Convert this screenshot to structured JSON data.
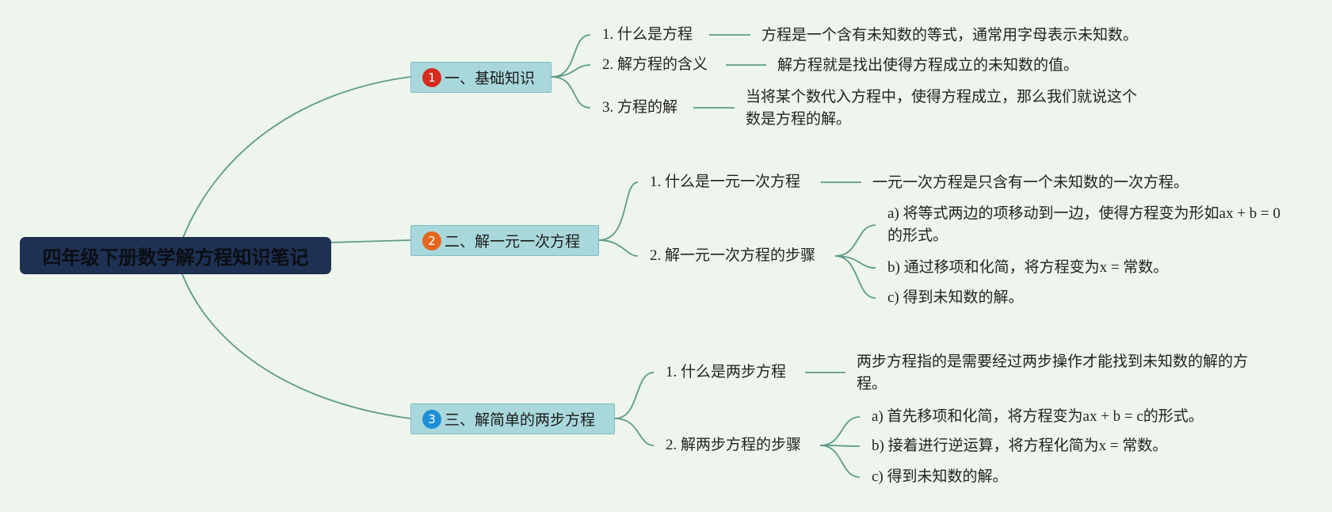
{
  "root": {
    "title": "四年级下册数学解方程知识笔记"
  },
  "branches": [
    {
      "number": "1",
      "label": "一、基础知识",
      "badge_color": "#d62b1d",
      "topics": [
        {
          "label": "1. 什么是方程",
          "detail": "方程是一个含有未知数的等式，通常用字母表示未知数。"
        },
        {
          "label": "2. 解方程的含义",
          "detail": "解方程就是找出使得方程成立的未知数的值。"
        },
        {
          "label": "3. 方程的解",
          "detail": "当将某个数代入方程中，使得方程成立，那么我们就说这个数是方程的解。"
        }
      ]
    },
    {
      "number": "2",
      "label": "二、解一元一次方程",
      "badge_color": "#e5671f",
      "topics": [
        {
          "label": "1. 什么是一元一次方程",
          "detail": "一元一次方程是只含有一个未知数的一次方程。"
        },
        {
          "label": "2. 解一元一次方程的步骤",
          "steps": [
            "a) 将等式两边的项移动到一边，使得方程变为形如ax + b = 0的形式。",
            "b) 通过移项和化简，将方程变为x = 常数。",
            "c) 得到未知数的解。"
          ]
        }
      ]
    },
    {
      "number": "3",
      "label": "三、解简单的两步方程",
      "badge_color": "#1d8fd6",
      "topics": [
        {
          "label": "1. 什么是两步方程",
          "detail": "两步方程指的是需要经过两步操作才能找到未知数的解的方程。"
        },
        {
          "label": "2. 解两步方程的步骤",
          "steps": [
            "a) 首先移项和化简，将方程变为ax + b = c的形式。",
            "b) 接着进行逆运算，将方程化简为x = 常数。",
            "c) 得到未知数的解。"
          ]
        }
      ]
    }
  ],
  "colors": {
    "background": "#eef5ec",
    "root_fill": "#1e3152",
    "branch_fill": "#a9d8dc",
    "connector": "#5f9a8a"
  }
}
